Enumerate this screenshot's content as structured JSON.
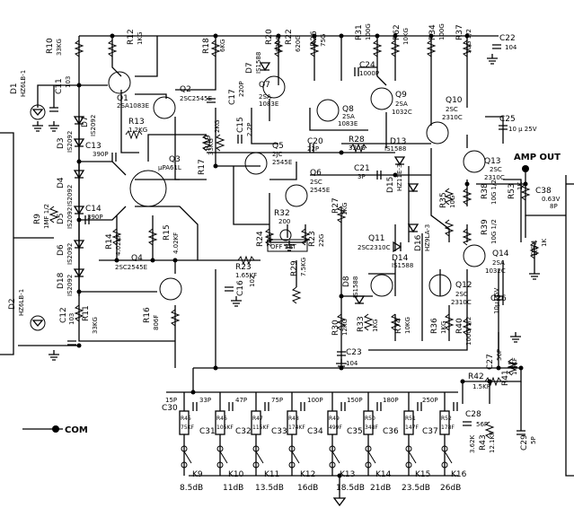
{
  "labels": {
    "R10": "R10",
    "R10v": "33KG",
    "D1": "D1",
    "D1v": "HZ6LB-1",
    "C11": "C11",
    "C11v": "103",
    "D7": "D7",
    "D7v": "IS2092",
    "R12": "R12",
    "R12v": "1KG",
    "Q1": "Q1",
    "Q1v": "2SA1083E",
    "Q2": "Q2",
    "Q2v": "2SC2545E",
    "R13": "R13",
    "R13v": "1.2KG",
    "R18": "R18",
    "R18v": "6KG",
    "D7b": "D7",
    "D7bv": "IS1588",
    "R20": "R20",
    "R20v": "820G",
    "R22": "R22",
    "R22v": "620G",
    "R26": "R26",
    "R26v": "75G",
    "R31": "R31",
    "R31v": "100G",
    "R62": "R62",
    "R62v": "10KG",
    "R34": "R34",
    "R34v": "100G",
    "R37": "R37",
    "R37v": "10G 1/2",
    "C22": "C22",
    "C22v": "104",
    "C17": "C17",
    "C17v": "220P",
    "Q7": "Q7",
    "Q7v": "2SA",
    "Q7v2": "1083E",
    "C24": "C24",
    "C24v": "1000P",
    "Q8": "Q8",
    "Q8v": "2SA",
    "Q8v2": "1083E",
    "Q9": "Q9",
    "Q9v": "2SA",
    "Q9v2": "1032C",
    "Q10": "Q10",
    "Q10v": "2SC",
    "Q10v2": "2310C",
    "C25": "C25",
    "C25v": "10 μ 25V",
    "R19": "R19",
    "R19v": "2KG",
    "C15": "C15",
    "C15v": "2.2P",
    "Q5": "Q5",
    "Q5v": "2JC",
    "Q5v2": "2545E",
    "C20": "C20",
    "C20v": "22P",
    "R28": "R28",
    "R28v": "330G",
    "D13": "D13",
    "D13v": "IS1588",
    "C13": "C13",
    "C13v": "390P",
    "D3": "D3",
    "D3v": "IS2092",
    "Q3": "Q3",
    "Q3v": "μPA61L",
    "R17": "R17",
    "R17v": "33KG",
    "Q6": "Q6",
    "Q6v": "2SC",
    "Q6v2": "2545E",
    "C21": "C21",
    "C21v": "3P",
    "D15": "D15",
    "D15v": "HZ11E-3",
    "Q13": "Q13",
    "Q13v": "2SC",
    "Q13v2": "2310C",
    "AMPOUT": "AMP OUT",
    "D4": "D4",
    "D4v": "IS2092",
    "D5": "D5",
    "D5v": "IS2092",
    "R9": "R9",
    "R9v": "1MF 1/2",
    "C14": "C14",
    "C14v": "390P",
    "R14": "R14",
    "R14v": "4.02KF",
    "R15": "R15",
    "R15v": "4.02KF",
    "R32": "R32",
    "R32v": "200",
    "R24": "R24",
    "R24v": "22G",
    "R23b": "R23",
    "R23bv": "22G",
    "R27": "R27",
    "R27v": "1KG",
    "R35": "R35",
    "R35v": "10G",
    "R38": "R38",
    "R38v": "10G 1/2",
    "R53": "R53",
    "R53v": "1K",
    "C38": "C38",
    "C38v": "0.63V",
    "C38v2": "8P",
    "D6": "D6",
    "D6v": "IS2092",
    "D16": "D16",
    "D16v": "HZ9LA-3",
    "R39": "R39",
    "R39v": "10G 1/2",
    "D14": "D14",
    "D14v": "IS1588",
    "Q14": "Q14",
    "Q14v": "2SA",
    "Q14v2": "1032C",
    "R54": "R54",
    "R54v": "1K",
    "D18": "D18",
    "D18v": "IS2092",
    "R23": "R23",
    "R23v": "1.65KF",
    "OFFSET": "OFF SET",
    "Q11": "Q11",
    "Q11v": "2SC2310C",
    "Q12": "Q12",
    "Q12v": "2SC",
    "Q12v2": "2310C",
    "D2": "D2",
    "D2v": "HZ6LB-1",
    "C12": "C12",
    "C12v": "103",
    "Q4": "Q4",
    "Q4v": "2SC2545E",
    "C16": "C16",
    "C16v": "102",
    "R29": "R29",
    "R29v": "7.5KG",
    "D8": "D8",
    "D8v": "IS1588",
    "C26": "C26",
    "C26v": "10μ 25V",
    "R11": "R11",
    "R11v": "33KG",
    "R16": "R16",
    "R16v": "806F",
    "R30": "R30",
    "R30v": "12KG",
    "R33": "R33",
    "R33v": "1KG",
    "R74": "R74",
    "R74v": "10KG",
    "R36": "R36",
    "R36v": "1KG",
    "R40": "R40",
    "R40v": "100G 1/2",
    "C23": "C23",
    "C23v": "104",
    "R42": "R42",
    "R42v": "1.5KF",
    "C27": "C27",
    "C27v": "56P",
    "R41": "R41",
    "R41v": "1.5KF",
    "C30": "C30",
    "C30v": "15P",
    "C31": "C31",
    "C31v": "33P",
    "C32": "C32",
    "C32v": "47P",
    "C33": "C33",
    "C33v": "75P",
    "C34": "C34",
    "C34v": "100P",
    "C35": "C35",
    "C35v": "150P",
    "C36": "C36",
    "C36v": "180P",
    "C37": "C37",
    "C37v": "250P",
    "R45": "R45",
    "R45v": "75KF",
    "R46": "R46",
    "R46v": "105KF",
    "R47": "R47",
    "R47v": "115KF",
    "R48": "R48",
    "R48v": "174KF",
    "R49": "R49",
    "R49v": "499F",
    "R50": "R50",
    "R50v": "348F",
    "R51": "R51",
    "R51v": "147F",
    "R52": "R52",
    "R52v": "178F",
    "C28": "C28",
    "C28v": "56P",
    "R43": "R43",
    "R43v": "12.1KF",
    "R43b": "3.62K",
    "C29": "C29",
    "C29v": "5P",
    "COM": "COM",
    "K9": "K9",
    "K10": "K10",
    "K11": "K11",
    "K12": "K12",
    "K13": "K13",
    "K14": "K14",
    "K15": "K15",
    "K16": "K16",
    "g1": "8.5dB",
    "g2": "11dB",
    "g3": "13.5dB",
    "g4": "16dB",
    "g5": "18.5dB",
    "g6": "21dB",
    "g7": "23.5dB",
    "g8": "26dB"
  }
}
